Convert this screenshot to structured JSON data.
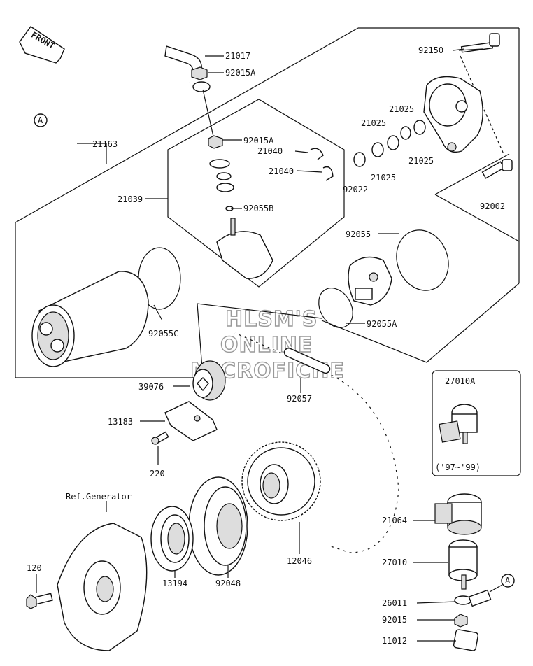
{
  "front_label": "FRONT",
  "watermark": [
    "HLSM'S",
    "ONLINE",
    "MICROFICHE"
  ],
  "connector_marker": "A",
  "parts": {
    "p21017": "21017",
    "p92015A_top": "92015A",
    "p92150": "92150",
    "p21025_a": "21025",
    "p21025_b": "21025",
    "p21025_c": "21025",
    "p21025_d": "21025",
    "p21163": "21163",
    "p92015A_mid": "92015A",
    "p21040_a": "21040",
    "p92022": "92022",
    "p21039": "21039",
    "p21040_b": "21040",
    "p92002": "92002",
    "p92055B": "92055B",
    "p92055": "92055",
    "p92055C": "92055C",
    "p92055A": "92055A",
    "p39076": "39076",
    "p92057": "92057",
    "p27010A": "27010A",
    "p13183": "13183",
    "p220": "220",
    "ref_generator": "Ref.Generator",
    "p21064": "21064",
    "p12046": "12046",
    "p27010": "27010",
    "p120": "120",
    "p13194": "13194",
    "p92048": "92048",
    "p26011": "26011",
    "p92015": "92015",
    "p11012": "11012"
  },
  "inset_note": "('97~'99)"
}
